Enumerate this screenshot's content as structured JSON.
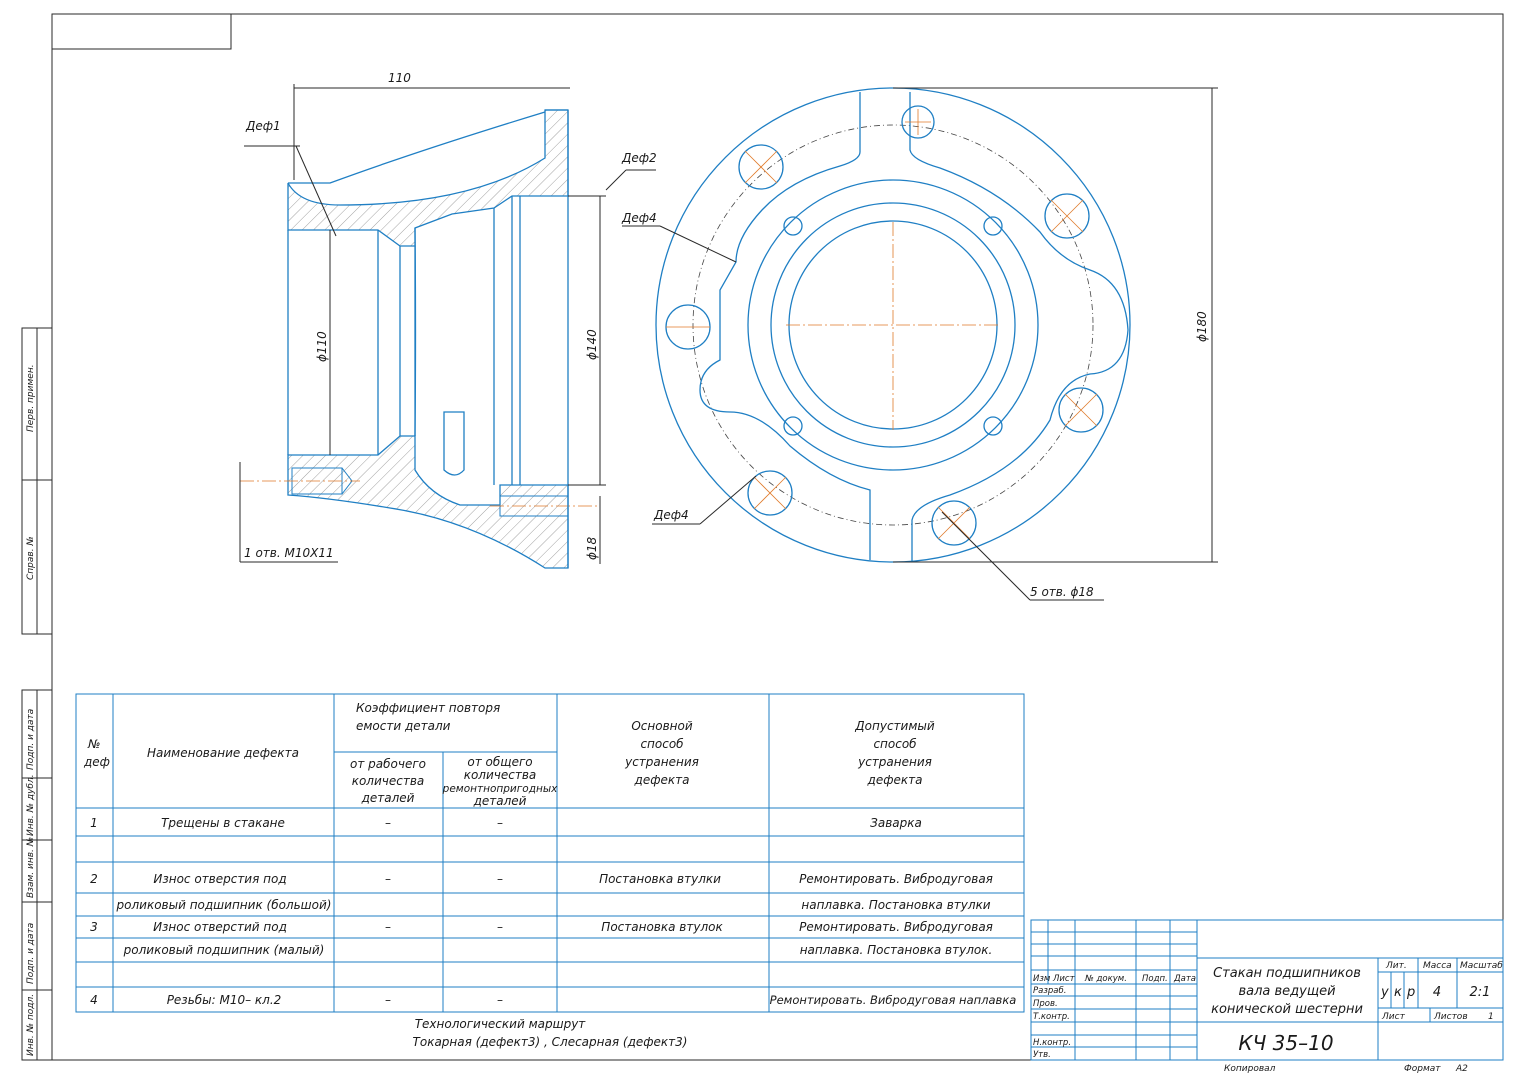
{
  "drawing": {
    "dims": {
      "length_top": "110",
      "inner_dia": "ϕ110",
      "bore_dia": "ϕ140",
      "outer_dia": "ϕ180",
      "hole_dia": "ϕ18"
    },
    "defect_labels": {
      "def1": "Деф1",
      "def2": "Деф2",
      "def4_upper": "Деф4",
      "def4_lower": "Деф4"
    },
    "notes": {
      "thread_holes": "1 отв. M10X11",
      "bolt_holes": "5 отв. ϕ18"
    }
  },
  "defect_table": {
    "headers": {
      "num": [
        "№",
        "деф"
      ],
      "name": "Наименование дефекта",
      "coef": [
        "Коэффициент повторя",
        "емости детали"
      ],
      "coef_work": [
        "от рабочего",
        "количества",
        "деталей"
      ],
      "coef_total": [
        "от общего",
        "количества",
        "ремонтнопригодных",
        "деталей"
      ],
      "main_method": [
        "Основной",
        "способ",
        "устранения",
        "дефекта"
      ],
      "alt_method": [
        "Допустимый",
        "способ",
        "устранения",
        "дефекта"
      ]
    },
    "rows": [
      {
        "num": "1",
        "name": "Трещены в стакане",
        "c1": "–",
        "c2": "–",
        "main": "",
        "alt": "Заварка"
      },
      {
        "num": "",
        "name": "",
        "c1": "",
        "c2": "",
        "main": "",
        "alt": ""
      },
      {
        "num": "2",
        "name": "Износ отверстия под",
        "c1": "–",
        "c2": "–",
        "main": "Постановка втулки",
        "alt": "Ремонтировать. Вибродуговая"
      },
      {
        "num": "",
        "name": "роликовый подшипник (большой)",
        "c1": "",
        "c2": "",
        "main": "",
        "alt": "наплавка. Постановка втулки"
      },
      {
        "num": "3",
        "name": "Износ отверстий под",
        "c1": "–",
        "c2": "–",
        "main": "Постановка втулок",
        "alt": "Ремонтировать. Вибродуговая"
      },
      {
        "num": "",
        "name": "роликовый подшипник (малый)",
        "c1": "",
        "c2": "",
        "main": "",
        "alt": "наплавка. Постановка втулок."
      },
      {
        "num": "",
        "name": "",
        "c1": "",
        "c2": "",
        "main": "",
        "alt": ""
      },
      {
        "num": "4",
        "name": "Резьбы: M10– кл.2",
        "c1": "–",
        "c2": "–",
        "main": "",
        "alt": "Ремонтировать. Вибродуговая наплавка"
      }
    ]
  },
  "route": {
    "title": "Технологический маршрут",
    "steps": "Токарная (дефект3) , Слесарная (дефект3)"
  },
  "title_block": {
    "labels": {
      "izm": "Изм",
      "list": "Лист",
      "ndoc": "№ докум.",
      "podp": "Подп.",
      "data": "Дата",
      "razrab": "Разраб.",
      "prov": "Пров.",
      "tkontr": "Т.контр.",
      "nkontr": "Н.контр.",
      "utv": "Утв."
    },
    "name_lines": [
      "Стакан подшипников",
      "вала ведущей",
      "конической шестерни"
    ],
    "designation": "КЧ 35–10",
    "lit_label": "Лит.",
    "mass_label": "Масса",
    "scale_label": "Масштаб",
    "lit_values": [
      "у",
      "к",
      "р"
    ],
    "mass_value": "4",
    "scale_value": "2:1",
    "sheet_label": "Лист",
    "sheets_label": "Листов",
    "sheets_value": "1",
    "copied": "Копировал",
    "format_label": "Формат",
    "format_value": "А2"
  },
  "side_stamps": {
    "perv": "Перв. примен.",
    "sprav": "Справ. №",
    "podp_data1": "Подп. и дата",
    "inv_dubl": "Инв. № дубл.",
    "vzam_inv": "Взам. инв. №",
    "podp_data2": "Подп. и дата",
    "inv_podl": "Инв. № подл."
  }
}
